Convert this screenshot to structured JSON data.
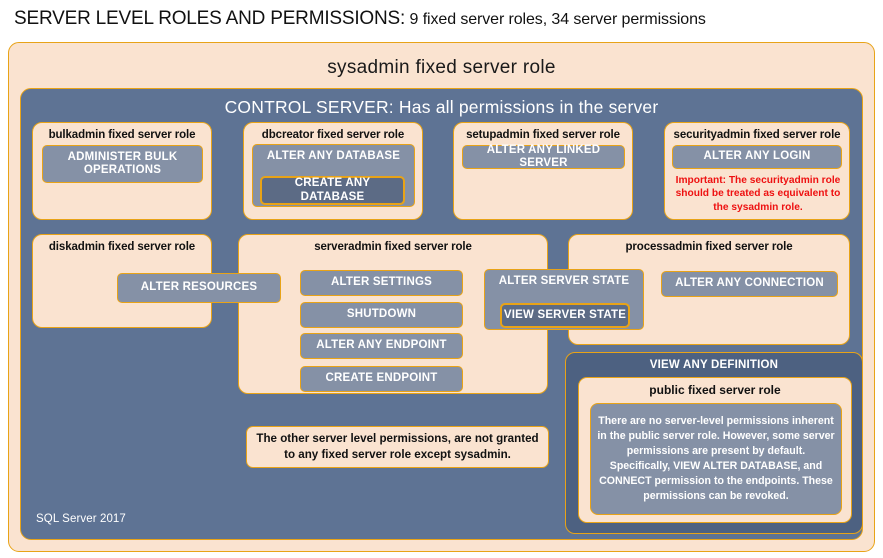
{
  "title": {
    "main": "SERVER LEVEL ROLES AND PERMISSIONS:",
    "sub": "9 fixed server roles, 34 server permissions"
  },
  "sysadmin": {
    "label": "sysadmin fixed server role"
  },
  "control_server": {
    "label": "CONTROL SERVER: Has all permissions in the server"
  },
  "roles": {
    "bulkadmin": {
      "title": "bulkadmin fixed server role",
      "permission": "ADMINISTER  BULK OPERATIONS"
    },
    "dbcreator": {
      "title": "dbcreator fixed server role",
      "permission_outer": "ALTER ANY DATABASE",
      "permission_inner": "CREATE  ANY DATABASE"
    },
    "setupadmin": {
      "title": "setupadmin fixed server role",
      "permission": "ALTER ANY LINKED SERVER"
    },
    "securityadmin": {
      "title": "securityadmin fixed server role",
      "permission": "ALTER ANY LOGIN",
      "warning": "Important:  The securityadmin role should  be treated as equivalent to the  sysadmin role."
    },
    "diskadmin": {
      "title": "diskadmin fixed server role",
      "permission": "ALTER RESOURCES"
    },
    "serveradmin": {
      "title": "serveradmin fixed server role",
      "permissions": [
        "ALTER SETTINGS",
        "SHUTDOWN",
        "ALTER ANY ENDPOINT",
        "CREATE  ENDPOINT"
      ],
      "permission_state_outer": "ALTER SERVER  STATE",
      "permission_state_inner": "VIEW SERVER  STATE"
    },
    "processadmin": {
      "title": "processadmin fixed server role",
      "permission": "ALTER ANY CONNECTION"
    },
    "public": {
      "view_any_definition": "VIEW ANY DEFINITION",
      "title": "public  fixed server role",
      "description": "There are no server-level permissions inherent in the public server role. However, some server permissions are present by default. Specifically, VIEW ALTER DATABASE, and CONNECT permission to the endpoints. These permissions can be revoked."
    }
  },
  "notes": {
    "other_permissions": "The other server level permissions,  are not granted to any fixed server role except sysadmin."
  },
  "footer": {
    "label": "SQL Server 2017"
  },
  "colors": {
    "cream": "#fae3d0",
    "slate": "#5e7394",
    "chip": "#8591a6",
    "chip_dark": "#5c6b85",
    "gold": "#e8a317",
    "warning_red": "#ee1111"
  }
}
